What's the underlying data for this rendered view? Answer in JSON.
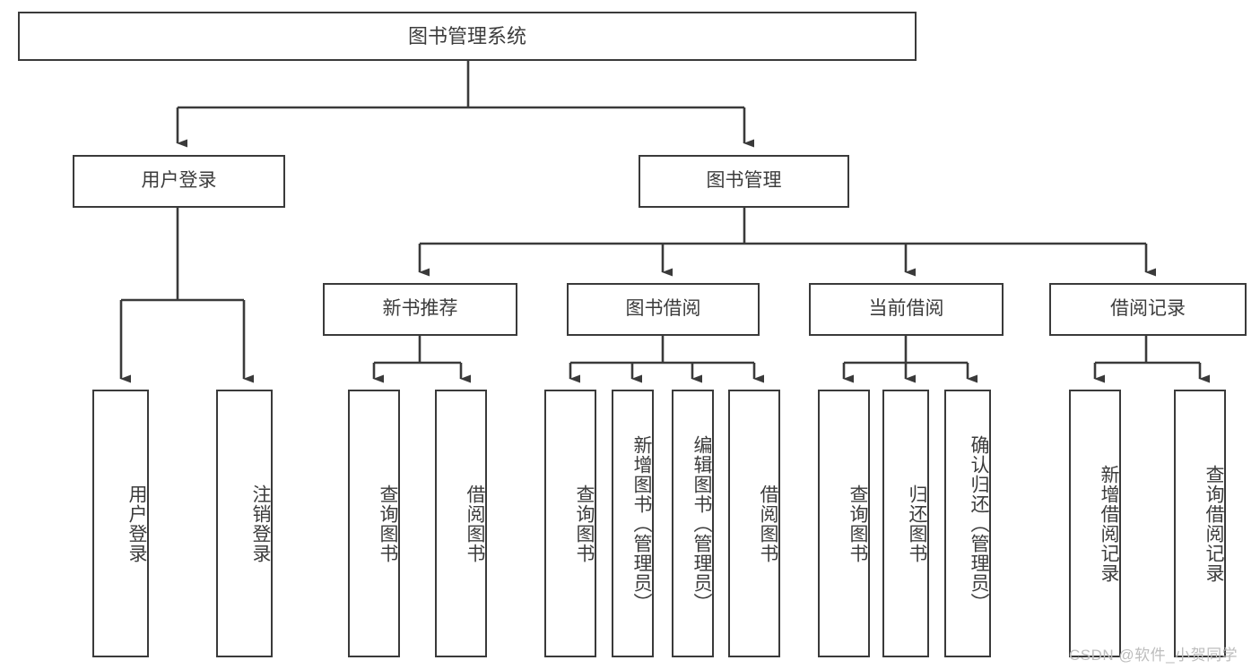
{
  "diagram": {
    "title": "图书管理系统",
    "root": {
      "label": "图书管理系统"
    },
    "level2": [
      {
        "label": "用户登录"
      },
      {
        "label": "图书管理"
      }
    ],
    "level3": [
      {
        "label": "新书推荐"
      },
      {
        "label": "图书借阅"
      },
      {
        "label": "当前借阅"
      },
      {
        "label": "借阅记录"
      }
    ],
    "leaves": {
      "user_login": [
        {
          "label": "用户登录"
        },
        {
          "label": "注销登录"
        }
      ],
      "new_book": [
        {
          "label": "查询图书"
        },
        {
          "label": "借阅图书"
        }
      ],
      "borrow_book": [
        {
          "label": "查询图书"
        },
        {
          "label": "新增图书（管理员）"
        },
        {
          "label": "编辑图书（管理员）"
        },
        {
          "label": "借阅图书"
        }
      ],
      "current_borrow": [
        {
          "label": "查询图书"
        },
        {
          "label": "归还图书"
        },
        {
          "label": "确认归还（管理员）"
        }
      ],
      "borrow_record": [
        {
          "label": "新增借阅记录"
        },
        {
          "label": "查询借阅记录"
        }
      ]
    }
  },
  "watermark": {
    "text": "CSDN @软件_小贺同学"
  },
  "colors": {
    "stroke": "#3a3a3a",
    "text": "#3c3c3c",
    "background": "#ffffff",
    "watermark": "#bdbdbd"
  }
}
